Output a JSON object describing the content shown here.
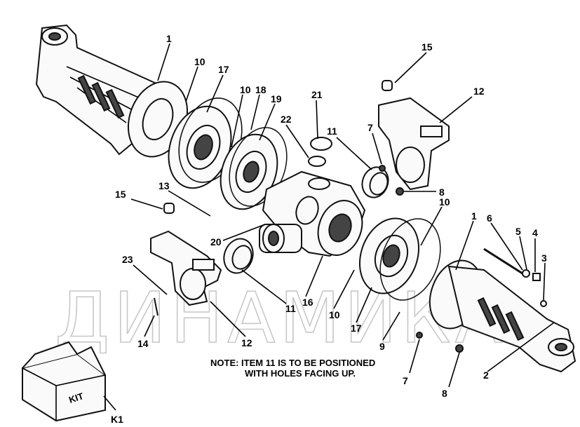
{
  "watermark": "ДИНАМИКА",
  "note": {
    "line1": "NOTE:  ITEM 11 IS TO BE POSITIONED",
    "line2": "WITH HOLES FACING UP."
  },
  "kit": {
    "box_label": "KIT",
    "callout": "K1"
  },
  "callouts": [
    {
      "id": "c1a",
      "text": "1"
    },
    {
      "id": "c10a",
      "text": "10"
    },
    {
      "id": "c17a",
      "text": "17"
    },
    {
      "id": "c10b",
      "text": "10"
    },
    {
      "id": "c18",
      "text": "18"
    },
    {
      "id": "c19",
      "text": "19"
    },
    {
      "id": "c21",
      "text": "21"
    },
    {
      "id": "c22",
      "text": "22"
    },
    {
      "id": "c11a",
      "text": "11"
    },
    {
      "id": "c7a",
      "text": "7"
    },
    {
      "id": "c15a",
      "text": "15"
    },
    {
      "id": "c12a",
      "text": "12"
    },
    {
      "id": "c8a",
      "text": "8"
    },
    {
      "id": "c15b",
      "text": "15"
    },
    {
      "id": "c13",
      "text": "13"
    },
    {
      "id": "c20",
      "text": "20"
    },
    {
      "id": "c10c",
      "text": "10"
    },
    {
      "id": "c1b",
      "text": "1"
    },
    {
      "id": "c6",
      "text": "6"
    },
    {
      "id": "c5",
      "text": "5"
    },
    {
      "id": "c4",
      "text": "4"
    },
    {
      "id": "c3",
      "text": "3"
    },
    {
      "id": "c23",
      "text": "23"
    },
    {
      "id": "c16",
      "text": "16"
    },
    {
      "id": "c11b",
      "text": "11"
    },
    {
      "id": "c10d",
      "text": "10"
    },
    {
      "id": "c17b",
      "text": "17"
    },
    {
      "id": "c9",
      "text": "9"
    },
    {
      "id": "c14",
      "text": "14"
    },
    {
      "id": "c12b",
      "text": "12"
    },
    {
      "id": "c7b",
      "text": "7"
    },
    {
      "id": "c8b",
      "text": "8"
    },
    {
      "id": "c2",
      "text": "2"
    }
  ]
}
